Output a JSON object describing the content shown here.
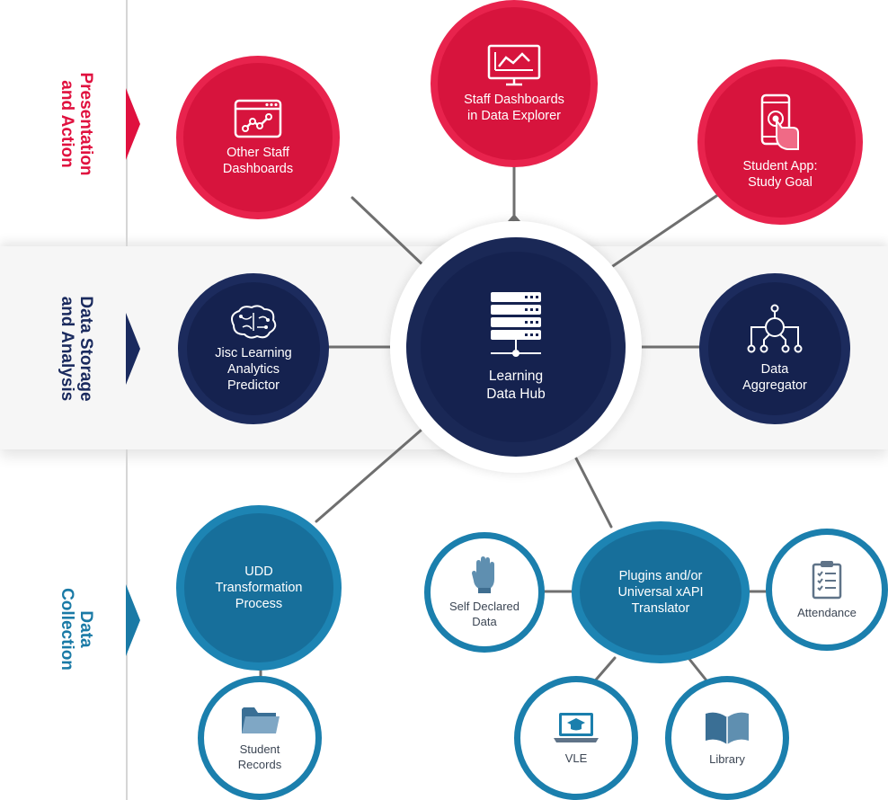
{
  "sections": {
    "presentation": "Presentation\nand Action",
    "storage": "Data Storage\nand Analysis",
    "collection": "Data\nCollection"
  },
  "colors": {
    "presentation": "#e0113f",
    "storage": "#1a2a5e",
    "collection": "#1a7aa6",
    "connector": "#6f6f6f"
  },
  "nodes": {
    "other_staff": {
      "label": "Other Staff\nDashboards",
      "icon": "browser-chart-icon"
    },
    "staff_explorer": {
      "label": "Staff Dashboards\nin Data Explorer",
      "icon": "monitor-chart-icon"
    },
    "student_app": {
      "label": "Student App:\nStudy Goal",
      "icon": "phone-tap-icon"
    },
    "predictor": {
      "label": "Jisc Learning\nAnalytics\nPredictor",
      "icon": "brain-circuit-icon"
    },
    "hub": {
      "label": "Learning\nData Hub",
      "icon": "server-stack-icon"
    },
    "aggregator": {
      "label": "Data\nAggregator",
      "icon": "network-tree-icon"
    },
    "udd": {
      "label": "UDD\nTransformation\nProcess"
    },
    "plugins": {
      "label": "Plugins and/or\nUniversal xAPI\nTranslator"
    },
    "self_declared": {
      "label": "Self Declared\nData",
      "icon": "raised-hand-icon"
    },
    "attendance": {
      "label": "Attendance",
      "icon": "clipboard-checklist-icon"
    },
    "student_records": {
      "label": "Student\nRecords",
      "icon": "folder-icon"
    },
    "vle": {
      "label": "VLE",
      "icon": "laptop-graduation-icon"
    },
    "library": {
      "label": "Library",
      "icon": "open-book-icon"
    }
  }
}
